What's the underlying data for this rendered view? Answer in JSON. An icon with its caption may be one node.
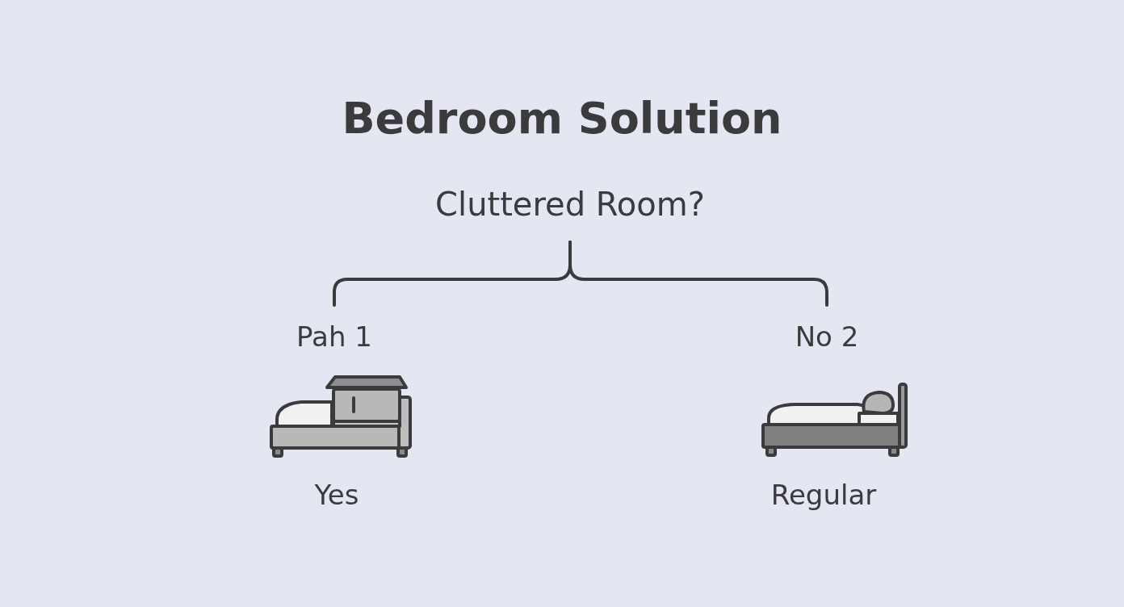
{
  "diagram": {
    "title": "Bedroom Solution",
    "nodes": [
      {
        "text": [
          "Cluttered Room?"
        ]
      },
      {
        "text": [
          "Pah 1"
        ]
      },
      {
        "text": [
          "No 2"
        ]
      }
    ],
    "edges": [
      {
        "from": 0,
        "to": 1,
        "arrow": "none"
      },
      {
        "from": 0,
        "to": 2,
        "arrow": "none"
      }
    ],
    "labels": [
      "Yes",
      "Regular"
    ]
  }
}
